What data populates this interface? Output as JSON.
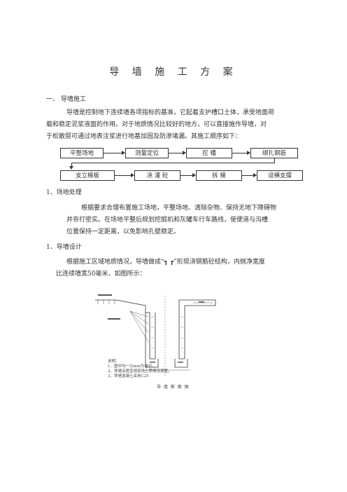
{
  "title": "导 墙 施 工 方 案",
  "section1": {
    "heading": "一、  导墙施工",
    "para_line1": "导墙是控制地下连续墙各项指标的基准，它起着支护槽口土体，承受地面荷",
    "para_line2": "载和稳定泥浆液面的作用。对于地质情况比较好的地方，可以直接施作导墙，对",
    "para_line3": "于松散层可通过地表注浆进行地基加固及防渗堵漏。其施工顺序如下："
  },
  "flow": {
    "row1": [
      "平整场地",
      "测量定位",
      "挖    槽",
      "绑扎钢筋"
    ],
    "row2": [
      "支立模板",
      "浇 灌 砼",
      "拆    模",
      "设横支撑"
    ]
  },
  "subsection1": {
    "heading": "1、场地处理",
    "line1": "根据要求合理布置施工场地，平整场地、清除杂物、保持无地下障碍物",
    "line2": "并夯打密实。在场地平整后规划挖掘机和灰罐车行车路线，使便道与沟槽",
    "line3": "位置保持一定距离，以免影响孔壁稳定。"
  },
  "subsection2": {
    "heading": "1、导墙设计",
    "line1": "根据施工区域地质情况，导墙做成“┓ ┏”形现浇钢筋砼结构，内侧净宽度",
    "line2": "比连续墙宽50毫米，如图所示："
  },
  "drawing": {
    "caption": "导 墙 断 面 图",
    "notes_title": "说明：",
    "notes": [
      "1、图中均一以mm为单位。",
      "2、导墙深度宜视现场土质情况调整。",
      "3、导墙混凝土采用C25"
    ]
  }
}
